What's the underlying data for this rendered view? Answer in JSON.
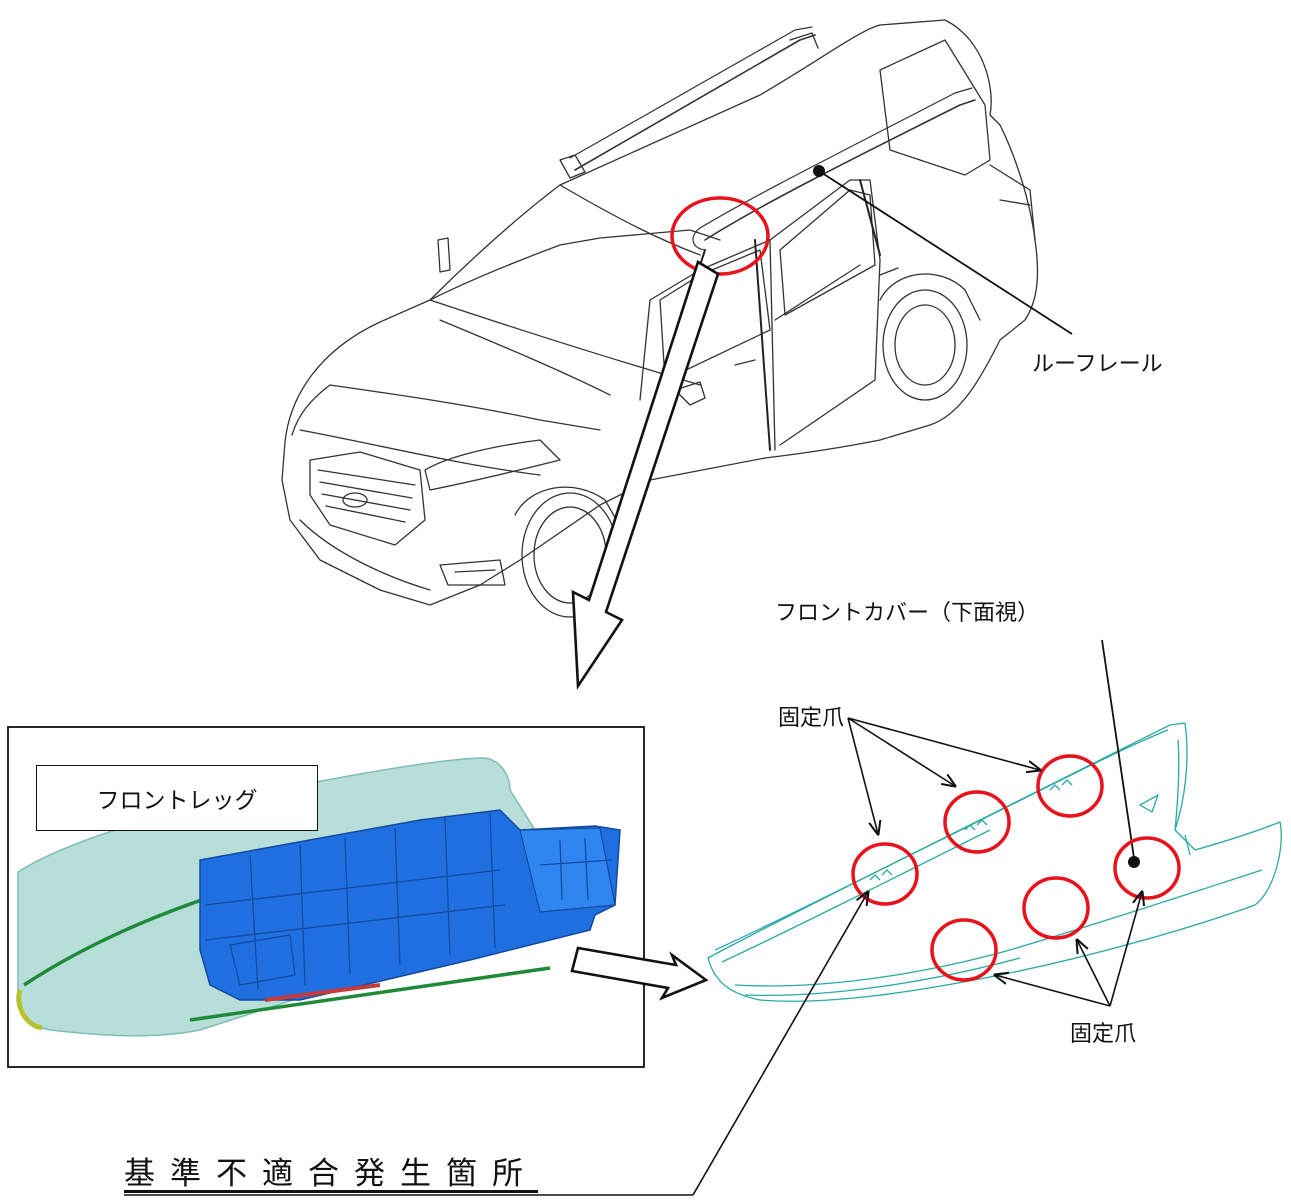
{
  "labels": {
    "roof_rail": "ルーフレール",
    "front_cover": "フロントカバー（下面視）",
    "fixing_claw_top": "固定爪",
    "fixing_claw_bottom": "固定爪",
    "front_leg": "フロントレッグ",
    "nonconformity_location": "基準不適合発生箇所"
  },
  "colors": {
    "highlight_circle": "#e8121b",
    "front_leg_blue": "#1f6fe0",
    "front_leg_shell": "#9fd3cc",
    "shell_edge_green": "#1f8a3a",
    "cover_line": "#2aa9a4",
    "line": "#111111"
  }
}
